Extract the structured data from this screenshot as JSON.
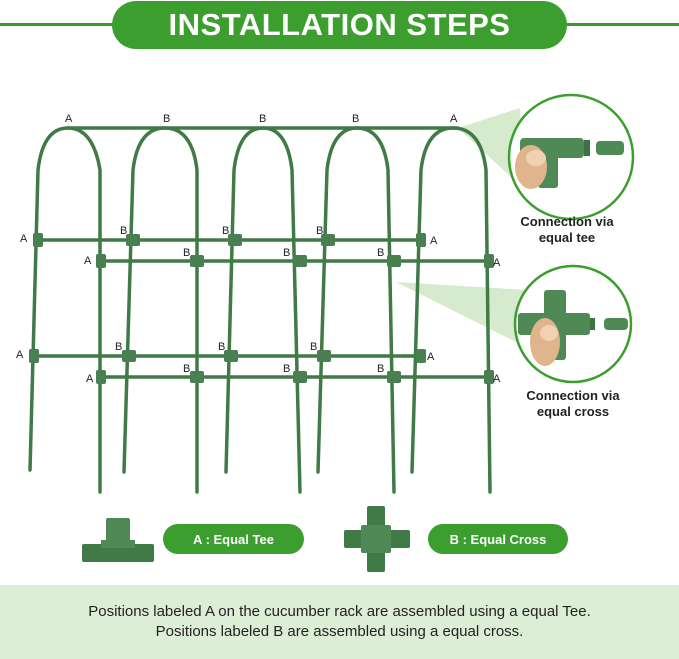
{
  "header": {
    "title": "INSTALLATION STEPS"
  },
  "labels": {
    "a": "A",
    "b": "B"
  },
  "callouts": {
    "tee_line1": "Connection via",
    "tee_line2": "equal tee",
    "cross_line1": "Connection via",
    "cross_line2": "equal cross"
  },
  "legend": {
    "tee_label": "A : Equal Tee",
    "cross_label": "B : Equal Cross"
  },
  "footer": {
    "line1": "Positions labeled A on the cucumber rack are assembled using a equal Tee.",
    "line2": "Positions labeled B are assembled using a equal cross."
  },
  "colors": {
    "accent": "#3c9e2f",
    "frame": "#3f7a47",
    "footer_bg": "#dcefd6"
  }
}
